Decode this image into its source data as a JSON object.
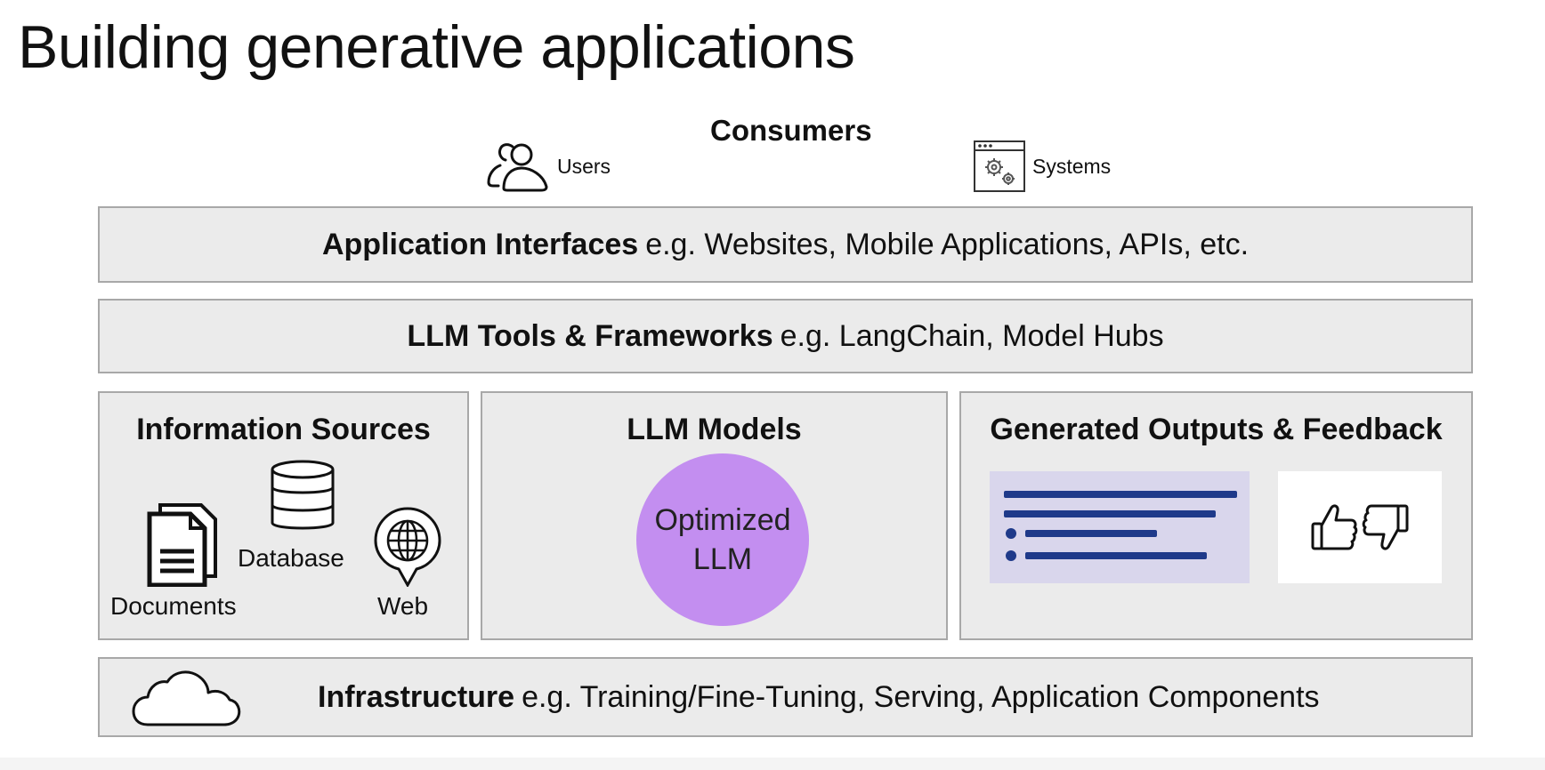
{
  "title": "Building generative applications",
  "consumers": {
    "title": "Consumers",
    "users_label": "Users",
    "users_icon": "users-icon",
    "systems_label": "Systems",
    "systems_icon": "systems-gear-icon"
  },
  "app_interfaces": {
    "label": "Application Interfaces",
    "examples": "e.g. Websites, Mobile Applications, APIs, etc."
  },
  "tools": {
    "label": "LLM Tools & Frameworks",
    "examples": "e.g.  LangChain, Model Hubs"
  },
  "info_sources": {
    "title": "Information Sources",
    "documents_label": "Documents",
    "database_label": "Database",
    "web_label": "Web"
  },
  "llm_models": {
    "title": "LLM Models",
    "circle_line1": "Optimized",
    "circle_line2": "LLM",
    "circle_color": "#c38ef0"
  },
  "outputs": {
    "title": "Generated Outputs & Feedback",
    "text_line_color": "#1f3a8a",
    "feedback_icons": [
      "thumbs-up-icon",
      "thumbs-down-icon"
    ]
  },
  "infrastructure": {
    "label": "Infrastructure",
    "examples": "e.g.  Training/Fine-Tuning, Serving, Application Components",
    "icon": "cloud-icon"
  }
}
